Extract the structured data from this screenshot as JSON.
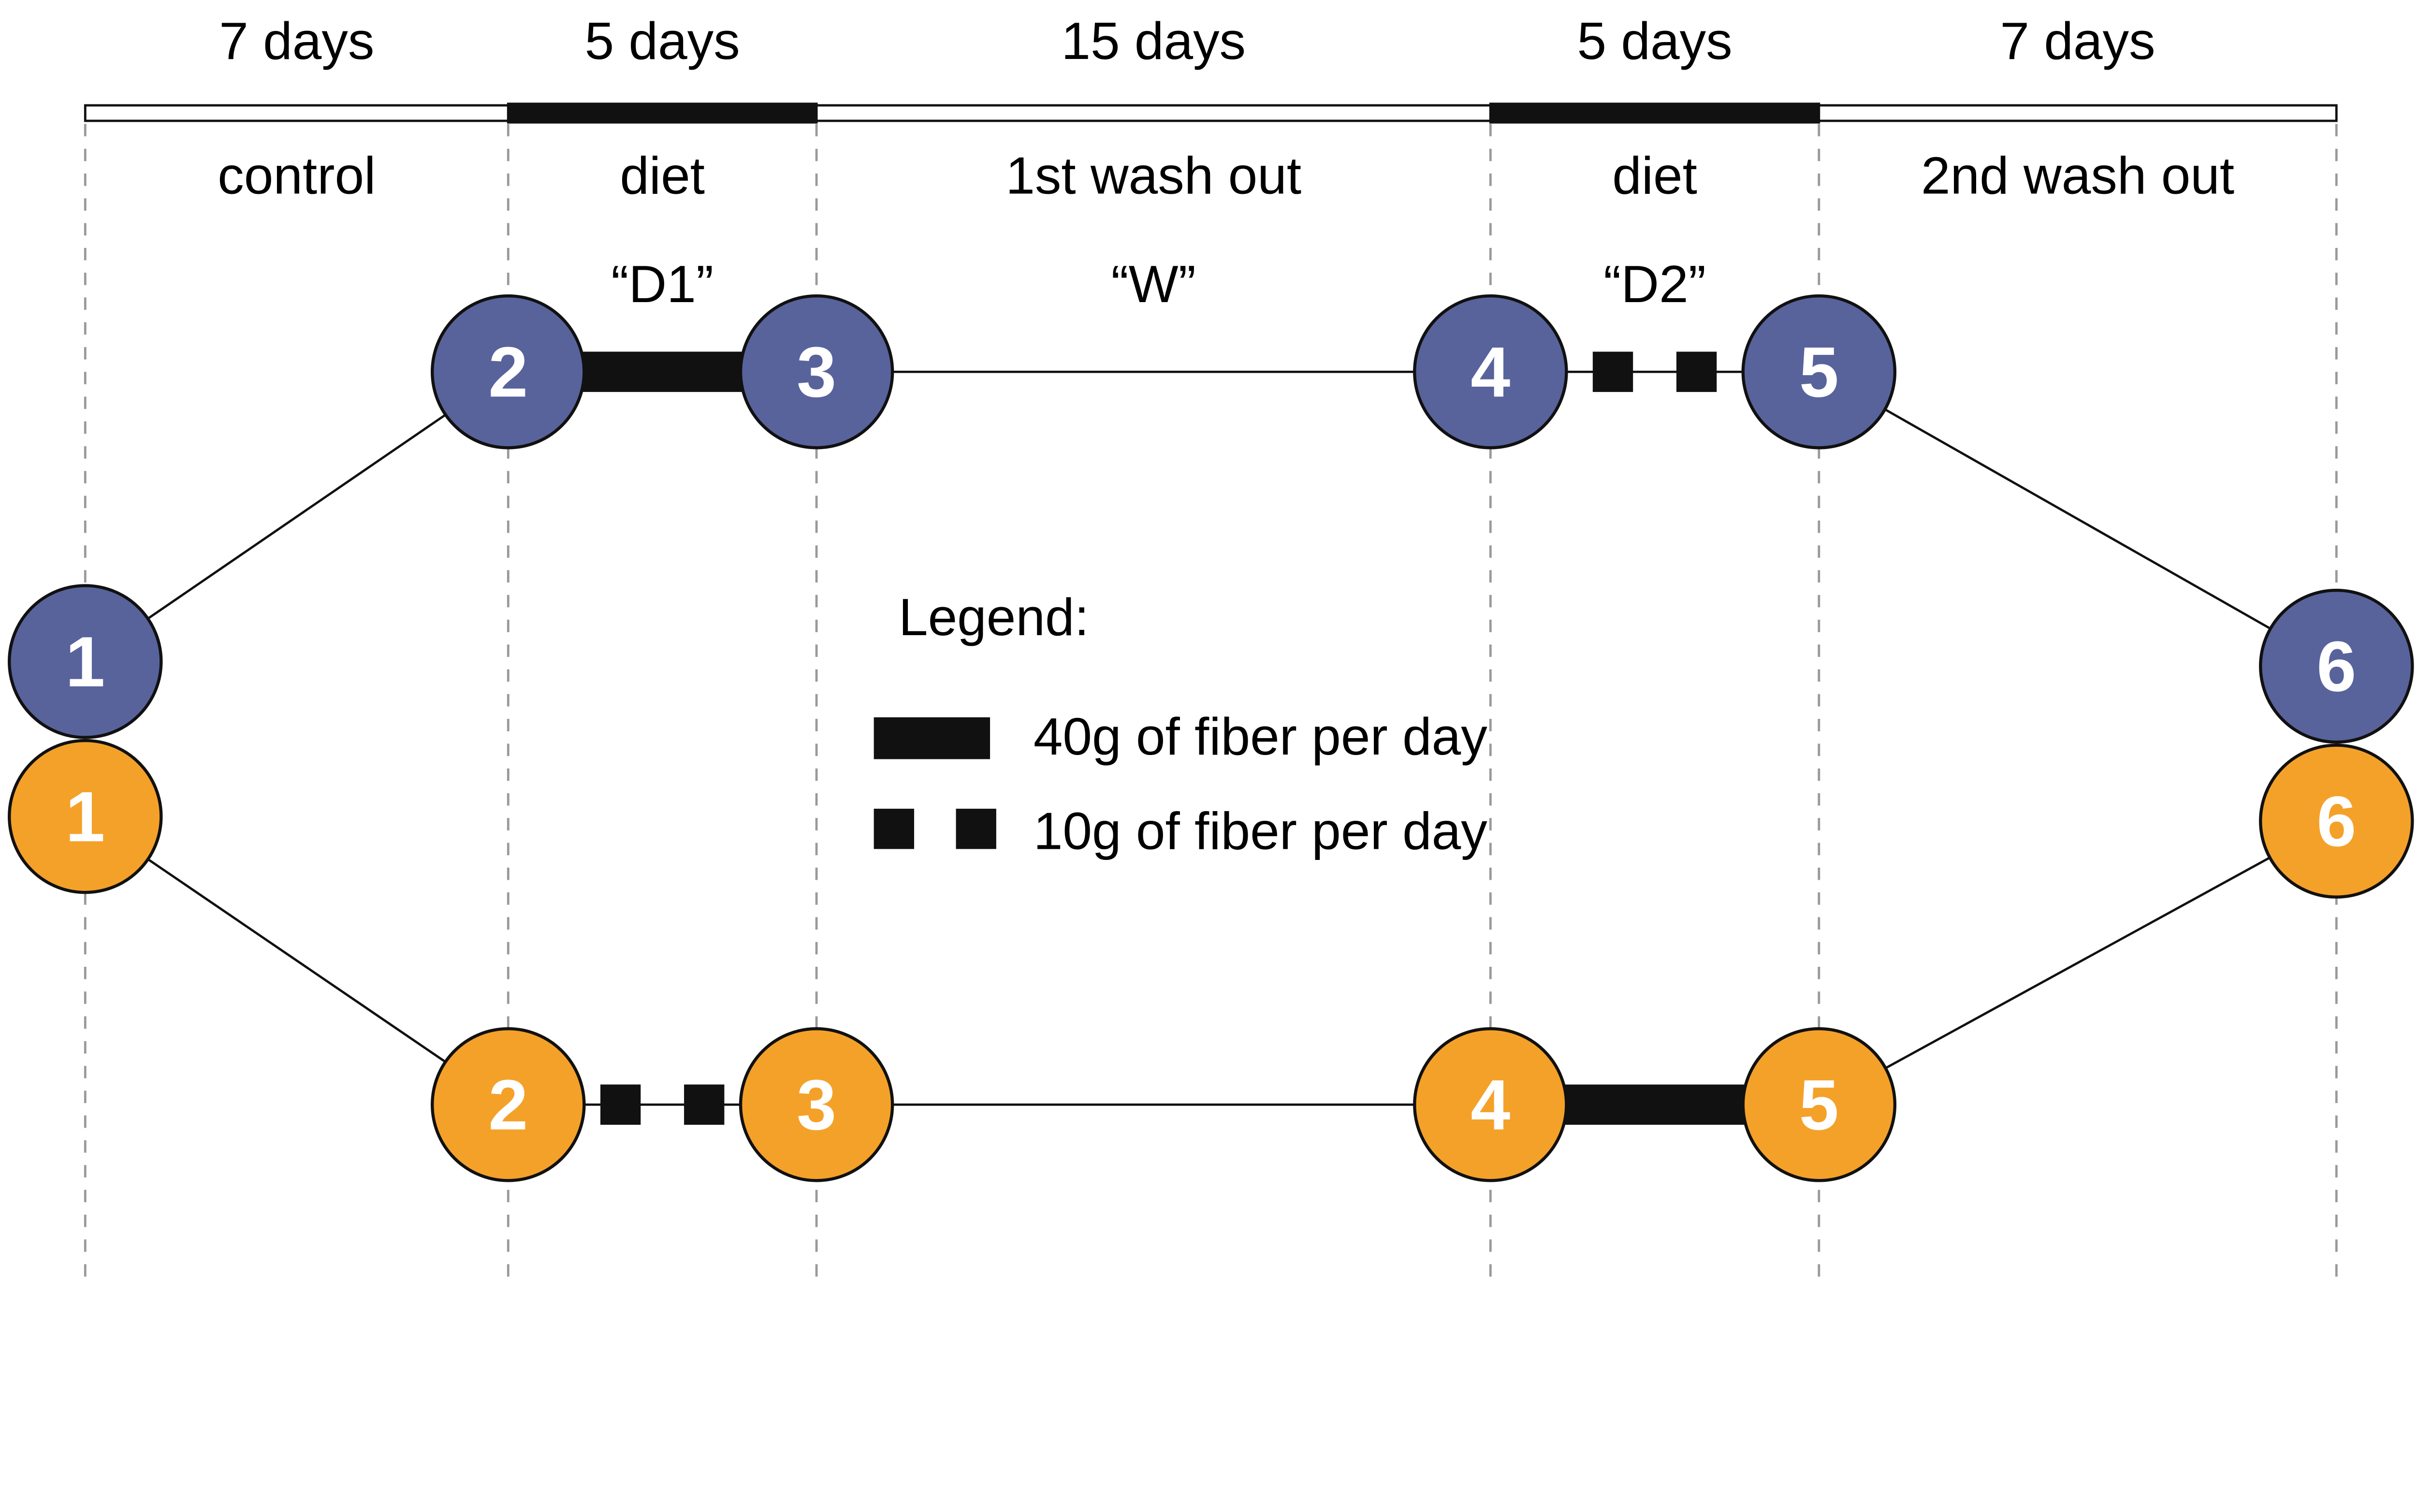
{
  "periods": [
    {
      "days": "7 days",
      "phase": "control",
      "code": "",
      "diet": false
    },
    {
      "days": "5 days",
      "phase": "diet",
      "code": "“D1”",
      "diet": true
    },
    {
      "days": "15 days",
      "phase": "1st wash out",
      "code": "“W”",
      "diet": false
    },
    {
      "days": "5 days",
      "phase": "diet",
      "code": "“D2”",
      "diet": true
    },
    {
      "days": "7 days",
      "phase": "2nd wash out",
      "code": "",
      "diet": false
    }
  ],
  "groups": [
    {
      "color": "#58639c",
      "nodes": [
        "1",
        "2",
        "3",
        "4",
        "5",
        "6"
      ],
      "d1": "40g",
      "d2": "10g"
    },
    {
      "color": "#f4a12a",
      "nodes": [
        "1",
        "2",
        "3",
        "4",
        "5",
        "6"
      ],
      "d1": "10g",
      "d2": "40g"
    }
  ],
  "legend": {
    "title": "Legend:",
    "items": [
      {
        "style": "solid",
        "label": "40g of fiber per day"
      },
      {
        "style": "dashed",
        "label": "10g of fiber per day"
      }
    ]
  },
  "colors": {
    "line": "#111111",
    "dash": "#999999"
  }
}
